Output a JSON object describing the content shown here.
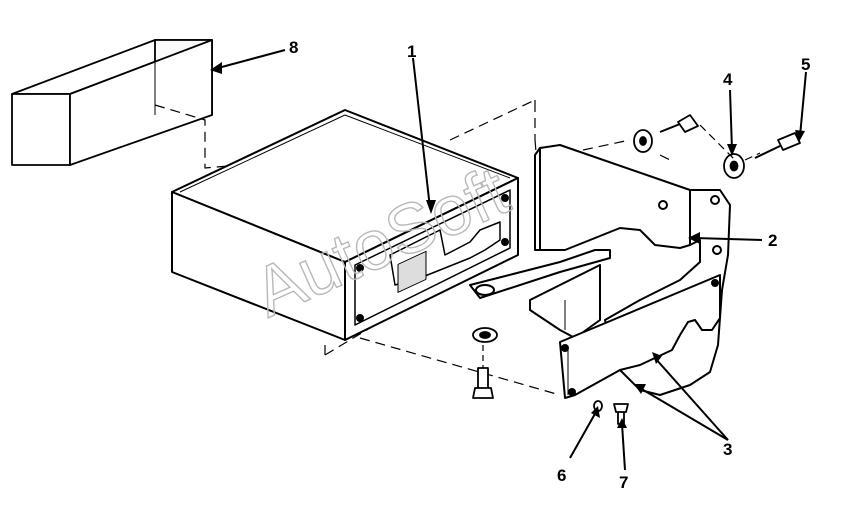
{
  "callouts": {
    "c1": "1",
    "c2": "2",
    "c3": "3",
    "c4": "4",
    "c5": "5",
    "c6": "6",
    "c7": "7",
    "c8": "8"
  },
  "watermark": "AutoSoft",
  "colors": {
    "line": "#000000",
    "background": "#ffffff",
    "watermark": "#b8b8b8"
  }
}
